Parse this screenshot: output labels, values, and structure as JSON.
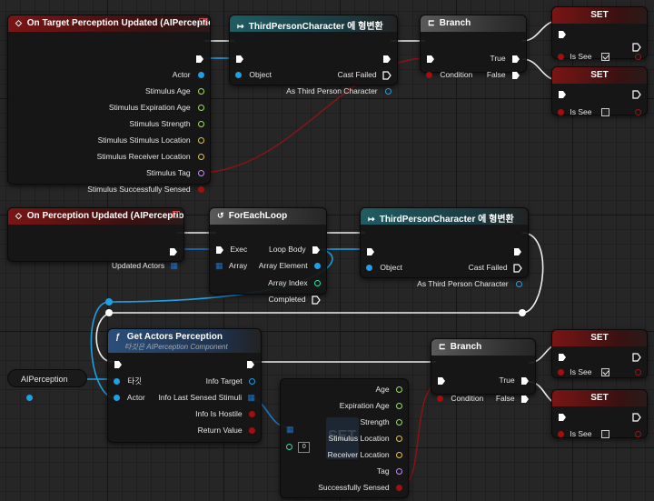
{
  "colors": {
    "exec": "#ffffff",
    "object": "#1fa0e5",
    "struct": "#1d72c8",
    "bool": "#a01010",
    "float": "#9be05a",
    "int": "#2fe0a0",
    "name": "#c08bff",
    "vector": "#e6c24a",
    "wire_exec": "#eeeeee",
    "wire_object": "#1fa0e5",
    "wire_bool": "#8c1414"
  },
  "top": {
    "event": {
      "title": "On Target Perception Updated (AIPerception)",
      "pins": [
        "Actor",
        "Stimulus Age",
        "Stimulus Expiration Age",
        "Stimulus Strength",
        "Stimulus Stimulus Location",
        "Stimulus Receiver Location",
        "Stimulus Tag",
        "Stimulus Successfully Sensed"
      ]
    },
    "cast": {
      "title": "ThirdPersonCharacter 에 형변환",
      "object": "Object",
      "cast_failed": "Cast Failed",
      "as_output": "As Third Person Character"
    },
    "branch": {
      "title": "Branch",
      "condition": "Condition",
      "true_label": "True",
      "false_label": "False"
    },
    "set_true": {
      "title": "SET",
      "var": "Is See"
    },
    "set_false": {
      "title": "SET",
      "var": "Is See"
    }
  },
  "bottom": {
    "event": {
      "title": "On Perception Updated (AIPerception)",
      "pin": "Updated Actors"
    },
    "foreach": {
      "title": "ForEachLoop",
      "exec": "Exec",
      "array": "Array",
      "loop_body": "Loop Body",
      "array_element": "Array Element",
      "array_index": "Array Index",
      "completed": "Completed"
    },
    "cast": {
      "title": "ThirdPersonCharacter 에 형변환",
      "object": "Object",
      "cast_failed": "Cast Failed",
      "as_output": "As Third Person Character"
    },
    "get_perception": {
      "title": "Get Actors Perception",
      "subtitle": "타깃은 AIPerception Component",
      "target": "타깃",
      "actor": "Actor",
      "info_target": "Info Target",
      "info_last": "Info Last Sensed Stimuli",
      "info_hostile": "Info Is Hostile",
      "return_value": "Return Value"
    },
    "ai_var": "AIPerception",
    "break_struct": {
      "pins": [
        "Age",
        "Expiration Age",
        "Strength",
        "Stimulus Location",
        "Receiver Location",
        "Tag",
        "Successfully Sensed"
      ],
      "index_value": "0",
      "ghost": "SET"
    },
    "branch": {
      "title": "Branch",
      "condition": "Condition",
      "true_label": "True",
      "false_label": "False"
    },
    "set_true": {
      "title": "SET",
      "var": "Is See"
    },
    "set_false": {
      "title": "SET",
      "var": "Is See"
    }
  }
}
